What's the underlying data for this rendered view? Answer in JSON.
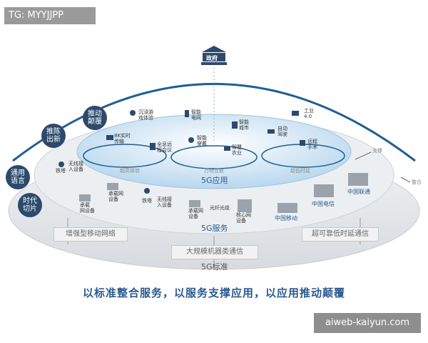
{
  "watermarks": {
    "top_left": "TG: MYYJJPP",
    "bottom_right": "aiweb-kaiyun.com"
  },
  "top": {
    "government": "政府"
  },
  "left_badges": [
    {
      "text": "推动\n颠覆"
    },
    {
      "text": "推陈\n出新"
    },
    {
      "text": "通用\n语言"
    },
    {
      "text": "时代\n切片"
    }
  ],
  "applications": {
    "items": [
      "8K实时\n传输",
      "沉浸游\n戏体验",
      "全息远\n程会议",
      "智能\n电网",
      "智能\n穿戴",
      "智能\n城市",
      "智慧\n农业",
      "工业\n4.0",
      "自动\n驾驶",
      "远程\n手术"
    ],
    "zones": [
      "超高体验",
      "万物互联",
      "超低时延"
    ]
  },
  "layers": {
    "app": "5G应用",
    "service": "5G服务",
    "standard": "5G标准"
  },
  "service_items": [
    "承载\n网设备",
    "承载网\n设备",
    "铁塔",
    "无线接\n入设备",
    "承载网\n设备",
    "光纤光缆",
    "核心网\n设备",
    "铁塔",
    "无线接\n入设备"
  ],
  "operators": [
    "中国联通",
    "中国电信",
    "中国移动"
  ],
  "side_labels": {
    "support": "支撑",
    "integration": "整合"
  },
  "standards": [
    "增强型移动网络",
    "大规模机器类通信",
    "超可靠低时延通信"
  ],
  "caption": "以标准整合服务，以服务支撑应用，以应用推动颠覆",
  "colors": {
    "navy": "#2d4a6c",
    "caption_blue": "#2a5a8f",
    "platform_blue": "#c5dff0",
    "ring_blue": "#1f5f91"
  }
}
